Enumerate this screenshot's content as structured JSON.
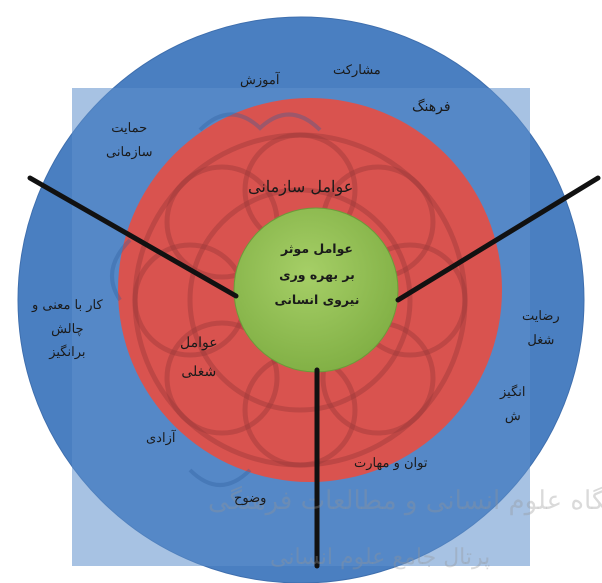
{
  "colors": {
    "outer_ring": "#4a7fc1",
    "middle_ring": "#d9534f",
    "core": "#8fbe4f",
    "lines": "#111111",
    "watermark_pattern": "#9e3a3a"
  },
  "core": {
    "line1": "عوامل موثر",
    "line2": "بر بهره وری",
    "line3": "نیروی انسانی"
  },
  "middle_ring": {
    "top": "عوامل سازمانی",
    "left_line1": "عوامل",
    "left_line2": "شغلی"
  },
  "outer_ring": {
    "organizational": {
      "participation": "مشارکت",
      "education": "آموزش",
      "culture": "فرهنگ",
      "support_line1": "حمایت",
      "support_line2": "سازمانی"
    },
    "job": {
      "meaningful_line1": "کار با معنی و",
      "meaningful_line2": "چالش",
      "meaningful_line3": "برانگیز",
      "freedom": "آزادی",
      "clarity": "وضوح"
    },
    "individual": {
      "satisfaction_line1": "رضایت",
      "satisfaction_line2": "شغل",
      "motivation_line1": "انگیز",
      "motivation_line2": "ش",
      "ability": "توان و مهارت"
    }
  },
  "watermark": {
    "line1": "پژوهشگاه علوم انسانی و مطالعات فرهنگی",
    "line2": "پرتال جامع علوم انسانی"
  }
}
